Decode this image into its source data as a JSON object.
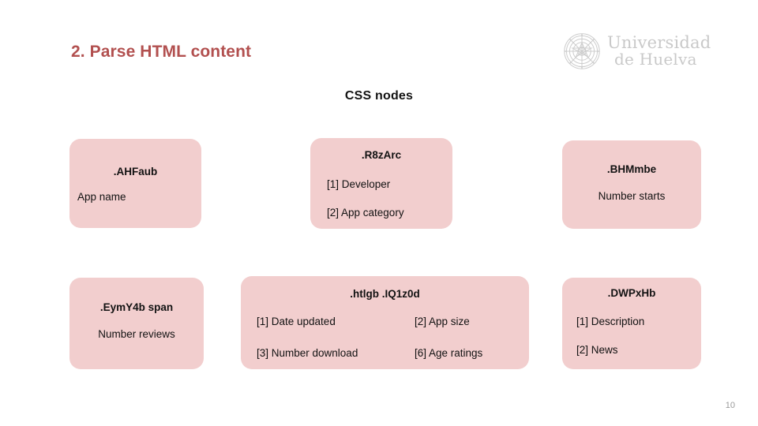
{
  "slide": {
    "title": "2. Parse HTML content",
    "section_label": "CSS nodes",
    "page_number": "10",
    "title_color": "#b2504f",
    "box_color": "#f2cece",
    "text_color": "#121212"
  },
  "logo": {
    "icon": "university-seal-icon",
    "line1": "Universidad",
    "line2": "de Huelva",
    "color": "#c9c9c9"
  },
  "nodes": [
    {
      "id": "box-appname",
      "selector": ".AHFaub",
      "items": [
        "App name"
      ]
    },
    {
      "id": "box-r8zarc",
      "selector": ".R8zArc",
      "items": [
        "[1] Developer",
        "[2] App category"
      ]
    },
    {
      "id": "box-bhmmbe",
      "selector": ".BHMmbe",
      "items": [
        "Number starts"
      ]
    },
    {
      "id": "box-eymy4b",
      "selector": ".EymY4b span",
      "items": [
        "Number reviews"
      ]
    },
    {
      "id": "box-htlgb",
      "selector": ".htlgb .IQ1z0d",
      "items": [
        "[1] Date updated",
        "[2] App size",
        "[3] Number download",
        "[6] Age ratings"
      ]
    },
    {
      "id": "box-dwpxhb",
      "selector": ".DWPxHb",
      "items": [
        "[1] Description",
        "[2] News"
      ]
    }
  ]
}
